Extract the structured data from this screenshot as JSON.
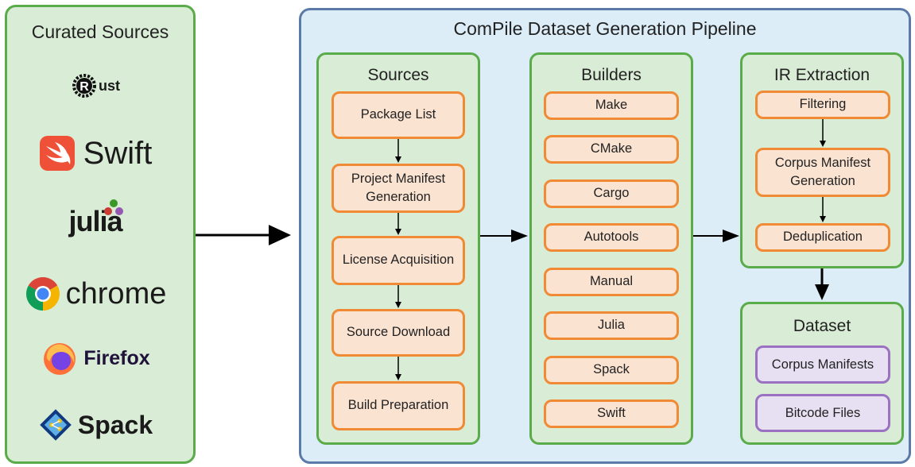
{
  "curated": {
    "title": "Curated Sources",
    "logos": [
      {
        "icon": "rust-gear-icon",
        "label": "ust"
      },
      {
        "icon": "swift-bird-icon",
        "label": "Swift"
      },
      {
        "icon": "julia-dots-icon",
        "label": "julia"
      },
      {
        "icon": "chrome-icon",
        "label": "chrome"
      },
      {
        "icon": "firefox-icon",
        "label": "Firefox"
      },
      {
        "icon": "spack-icon",
        "label": "Spack"
      }
    ]
  },
  "pipeline": {
    "title": "ComPile Dataset Generation Pipeline",
    "sources": {
      "title": "Sources",
      "steps": [
        "Package List",
        "Project Manifest Generation",
        "License Acquisition",
        "Source Download",
        "Build Preparation"
      ]
    },
    "builders": {
      "title": "Builders",
      "items": [
        "Make",
        "CMake",
        "Cargo",
        "Autotools",
        "Manual",
        "Julia",
        "Spack",
        "Swift"
      ]
    },
    "ir_extraction": {
      "title": "IR Extraction",
      "steps": [
        "Filtering",
        "Corpus Manifest Generation",
        "Deduplication"
      ]
    },
    "dataset": {
      "title": "Dataset",
      "items": [
        "Corpus Manifests",
        "Bitcode Files"
      ]
    }
  },
  "colors": {
    "green_border": "#5aab4a",
    "green_fill": "#d9ecd5",
    "orange_border": "#f08a34",
    "orange_fill": "#fbe3d2",
    "purple_border": "#9b72c2",
    "purple_fill": "#e6e0f2",
    "blue_border": "#5c7aa8",
    "blue_fill": "#dcedf8"
  }
}
